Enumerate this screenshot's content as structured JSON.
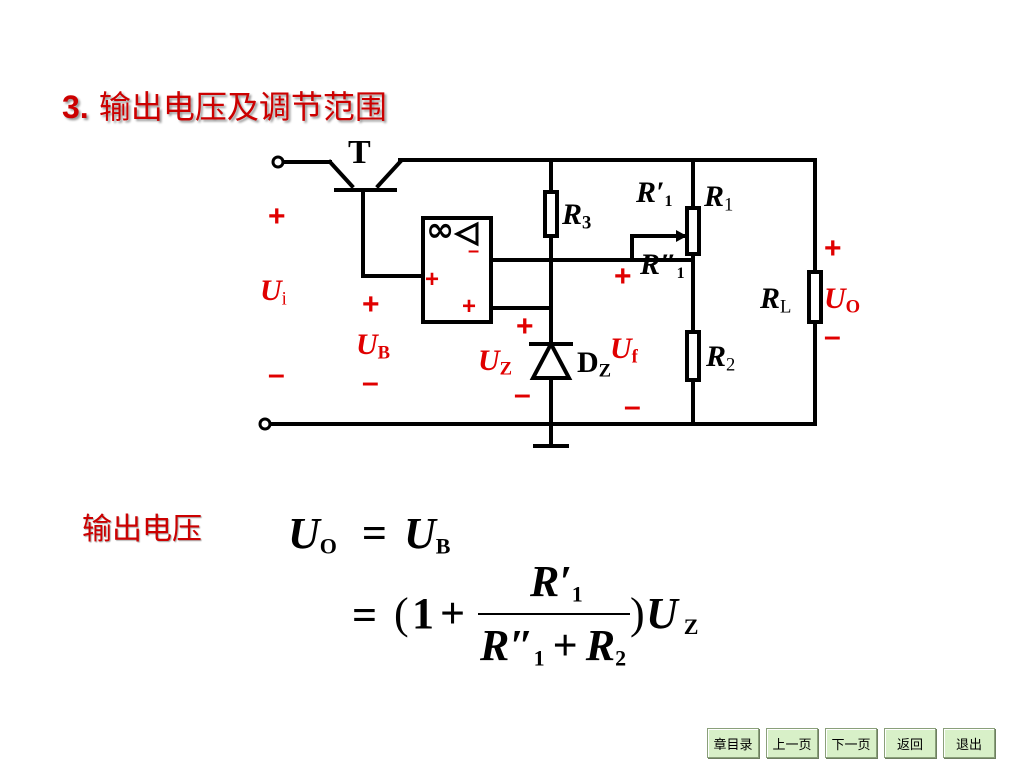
{
  "title": {
    "number": "3.",
    "text": "输出电压及调节范围"
  },
  "diagram": {
    "transistor_label": "T",
    "opamp_symbol": "∞",
    "components": {
      "r3": {
        "letter": "R",
        "sub": "3"
      },
      "r1": {
        "letter": "R",
        "sub": "1"
      },
      "r1_prime": {
        "letter": "R",
        "prime": "′",
        "sub": "1"
      },
      "r1_double": {
        "letter": "R",
        "prime": "″",
        "sub": "1"
      },
      "rl": {
        "letter": "R",
        "sub": "L"
      },
      "r2": {
        "letter": "R",
        "sub": "2"
      },
      "dz": {
        "letter": "D",
        "sub": "Z"
      }
    },
    "voltages": {
      "ui": {
        "letter": "U",
        "sub": "i"
      },
      "ub": {
        "letter": "U",
        "sub": "B"
      },
      "uz": {
        "letter": "U",
        "sub": "Z"
      },
      "uf": {
        "letter": "U",
        "sub": "f"
      },
      "uo": {
        "letter": "U",
        "sub": "O"
      }
    },
    "signs": {
      "plus": "+",
      "minus": "–"
    }
  },
  "formula": {
    "label": "输出电压",
    "line1": {
      "lhs": "U",
      "lhs_sub": "O",
      "eq": "=",
      "rhs": "U",
      "rhs_sub": "B"
    },
    "line2": {
      "eq": "=",
      "open": "(",
      "one": "1",
      "plus": "+",
      "num": "R",
      "num_prime": "′",
      "num_sub": "1",
      "den_a": "R",
      "den_a_prime": "″",
      "den_a_sub": "1",
      "den_plus": "+",
      "den_b": "R",
      "den_b_sub": "2",
      "close": ")",
      "u": "U",
      "u_sub": "Z"
    }
  },
  "nav": {
    "chapter": "章目录",
    "prev": "上一页",
    "next": "下一页",
    "back": "返回",
    "exit": "退出"
  }
}
